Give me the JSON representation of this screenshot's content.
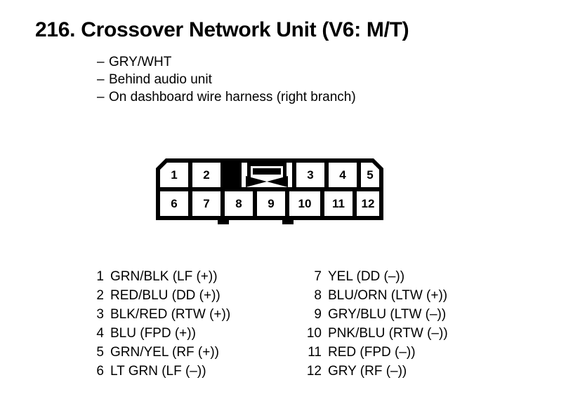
{
  "title": "216.  Crossover Network Unit (V6: M/T)",
  "notes": [
    {
      "dash": "–",
      "text": "GRY/WHT"
    },
    {
      "dash": "–",
      "text": "Behind audio unit"
    },
    {
      "dash": "–",
      "text": "On dashboard wire harness (right branch)"
    }
  ],
  "connector": {
    "top_row": [
      "1",
      "2",
      "3",
      "4",
      "5"
    ],
    "bottom_row": [
      "6",
      "7",
      "8",
      "9",
      "10",
      "11",
      "12"
    ],
    "latch": "latch-lock-symbol"
  },
  "legend": {
    "left": [
      {
        "pin": "1",
        "wire": "GRN/BLK (LF (+))"
      },
      {
        "pin": "2",
        "wire": "RED/BLU (DD (+))"
      },
      {
        "pin": "3",
        "wire": "BLK/RED (RTW (+))"
      },
      {
        "pin": "4",
        "wire": "BLU (FPD (+))"
      },
      {
        "pin": "5",
        "wire": "GRN/YEL (RF (+))"
      },
      {
        "pin": "6",
        "wire": "LT GRN (LF (–))"
      }
    ],
    "right": [
      {
        "pin": "7",
        "wire": "YEL (DD (–))"
      },
      {
        "pin": "8",
        "wire": "BLU/ORN (LTW (+))"
      },
      {
        "pin": "9",
        "wire": "GRY/BLU (LTW (–))"
      },
      {
        "pin": "10",
        "wire": "PNK/BLU (RTW (–))"
      },
      {
        "pin": "11",
        "wire": "RED (FPD (–))"
      },
      {
        "pin": "12",
        "wire": "GRY (RF (–))"
      }
    ]
  },
  "colors": {
    "ink": "#000000",
    "paper": "#ffffff"
  }
}
